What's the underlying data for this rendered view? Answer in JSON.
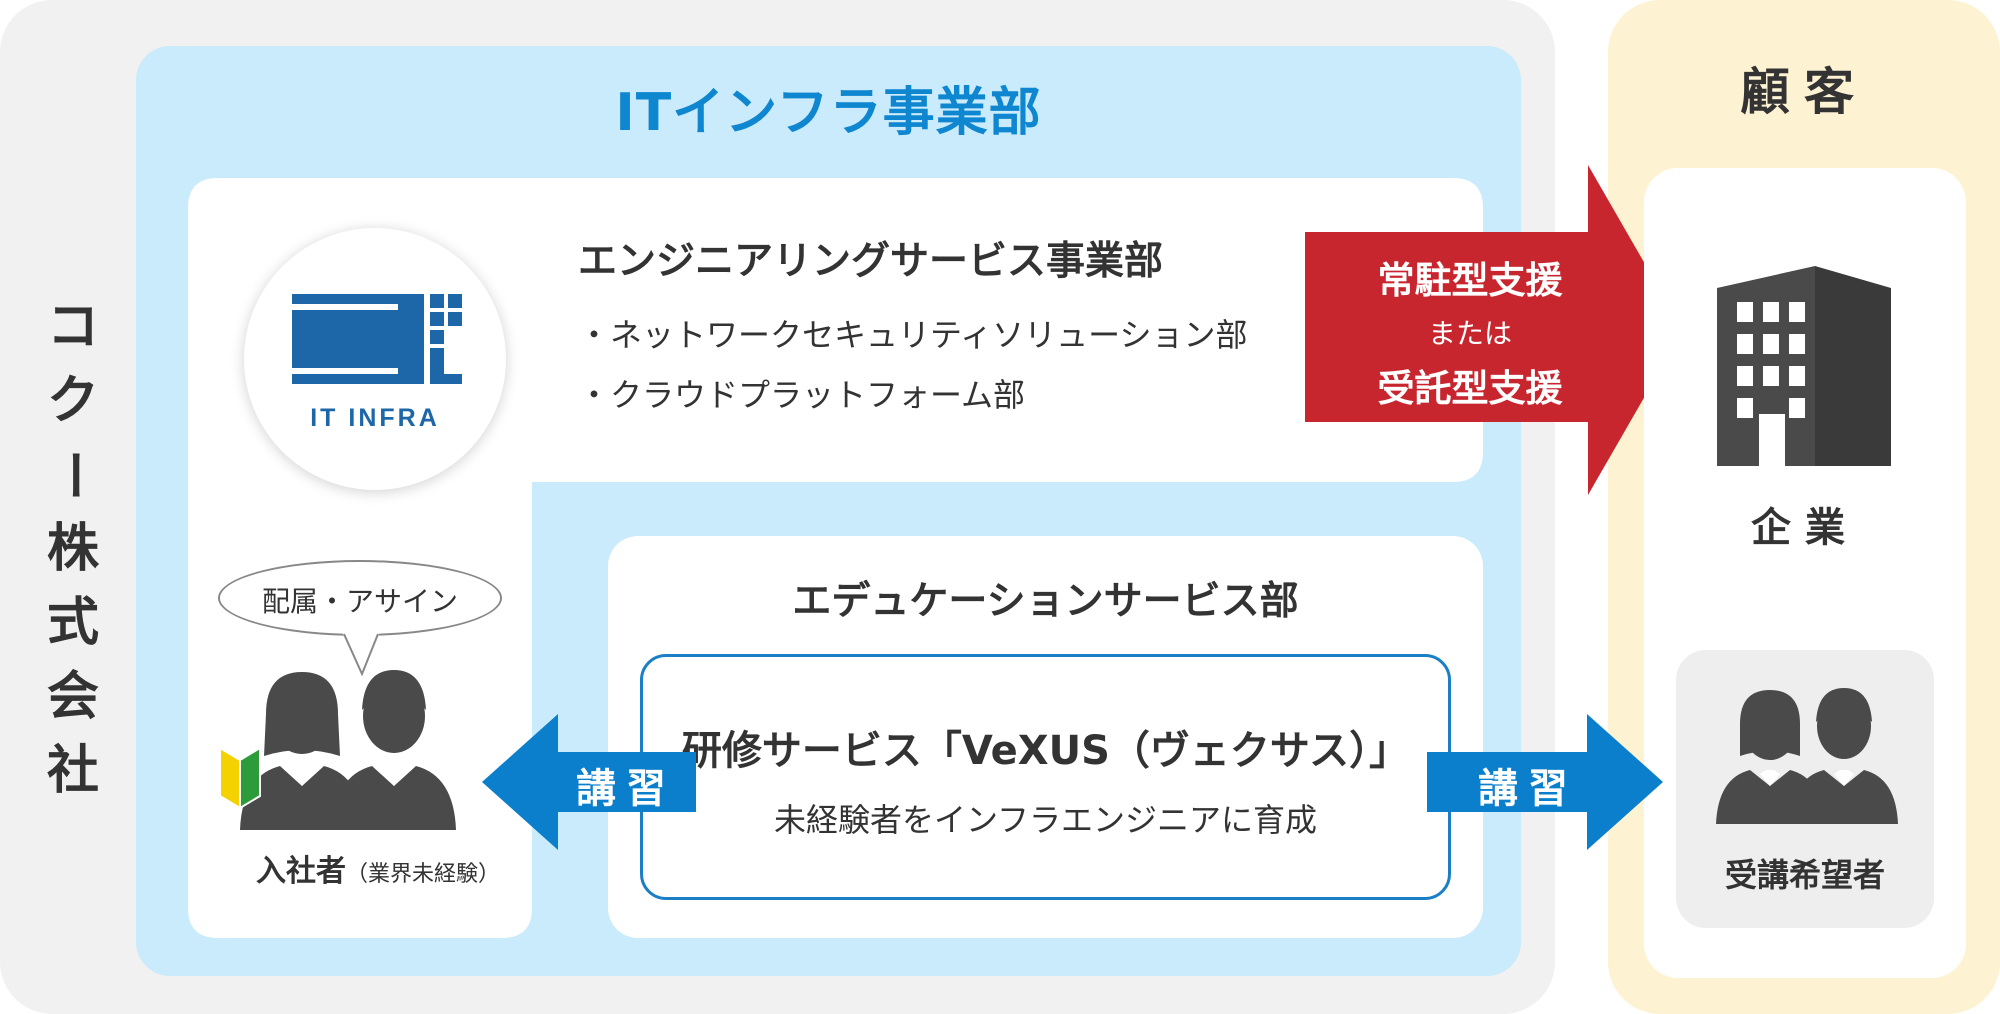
{
  "company": {
    "name_chars": [
      "コ",
      "ク",
      "ー",
      "株",
      "式",
      "会",
      "社"
    ]
  },
  "division": {
    "title": "ITインフラ事業部"
  },
  "logo": {
    "text": "IT INFRA"
  },
  "engineering": {
    "title": "エンジニアリングサービス事業部",
    "departments": [
      "・ネットワークセキュリティソリューション部",
      "・クラウドプラットフォーム部"
    ]
  },
  "support_arrow": {
    "line1": "常駐型支援",
    "line2": "または",
    "line3": "受託型支援"
  },
  "customer": {
    "title": "顧客",
    "company_label": "企業",
    "applicants_label": "受講希望者"
  },
  "education": {
    "title": "エデュケーションサービス部",
    "service_title": "研修サービス「VeXUS（ヴェクサス）」",
    "service_desc": "未経験者をインフラエンジニアに育成"
  },
  "new_hires": {
    "bubble": "配属・アサイン",
    "label": "入社者",
    "sublabel": "（業界未経験）"
  },
  "training_arrows": {
    "left_label": "講習",
    "right_label": "講習"
  },
  "colors": {
    "company_bg": "#f1f1f1",
    "customer_bg": "#fdf2d2",
    "division_bg": "#c9ebfb",
    "accent_blue": "#0f86d0",
    "arrow_blue": "#0c7fcc",
    "support_red": "#c8262f",
    "icon_gray": "#4a4a4a"
  }
}
